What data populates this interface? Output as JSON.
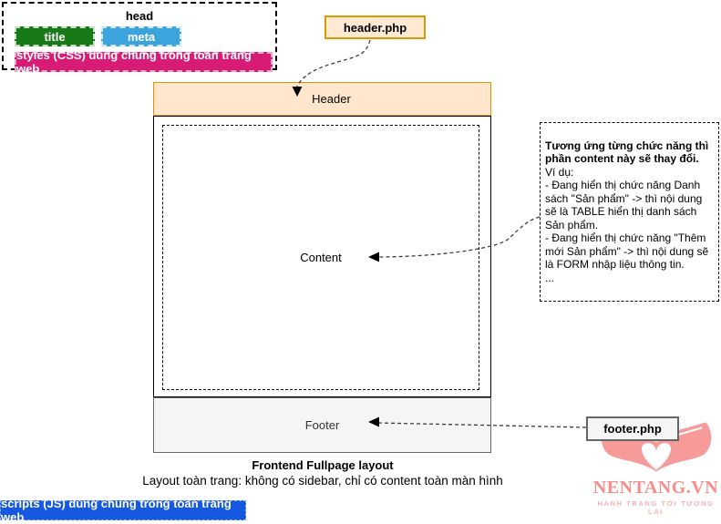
{
  "head_panel": {
    "title": "head",
    "tags": [
      {
        "label": "title",
        "color": "#177a17"
      },
      {
        "label": "meta",
        "color": "#3ba4dc"
      }
    ],
    "styles_bar": {
      "label": "styles (CSS) dùng chung trong toàn trang web",
      "color": "#d81b74"
    }
  },
  "includes": {
    "header_file": "header.php",
    "footer_file": "footer.php"
  },
  "layout_diagram": {
    "header_label": "Header",
    "content_label": "Content",
    "footer_label": "Footer",
    "header_fill": "#ffe6cc",
    "header_border": "#d79b00",
    "footer_fill": "#f5f5f5",
    "footer_border": "#666666"
  },
  "annotation": {
    "intro_bold": "Tương ứng từng chức năng thì phần content này sẽ thay đổi.",
    "body": "Ví dụ:\n- Đang hiển thị chức năng Danh sách \"Sản phẩm\" -> thì nội dung sẽ là TABLE hiển thị danh sách Sản phẩm.\n- Đang hiển thị chức năng \"Thêm mới Sản phẩm\" -> thì nội dung sẽ là FORM nhập liệu thông tin.\n..."
  },
  "caption": {
    "title": "Frontend Fullpage layout",
    "subtitle": "Layout toàn trang: không có sidebar, chỉ có content toàn màn hình"
  },
  "scripts_bar": {
    "label": "scripts (JS) dùng chung trong toàn trang web",
    "color": "#1659e0"
  },
  "logo": {
    "brand": "NENTANG.VN",
    "tagline": "HÀNH TRANG TỚI TƯƠNG LAI",
    "color": "#f98c8c"
  }
}
